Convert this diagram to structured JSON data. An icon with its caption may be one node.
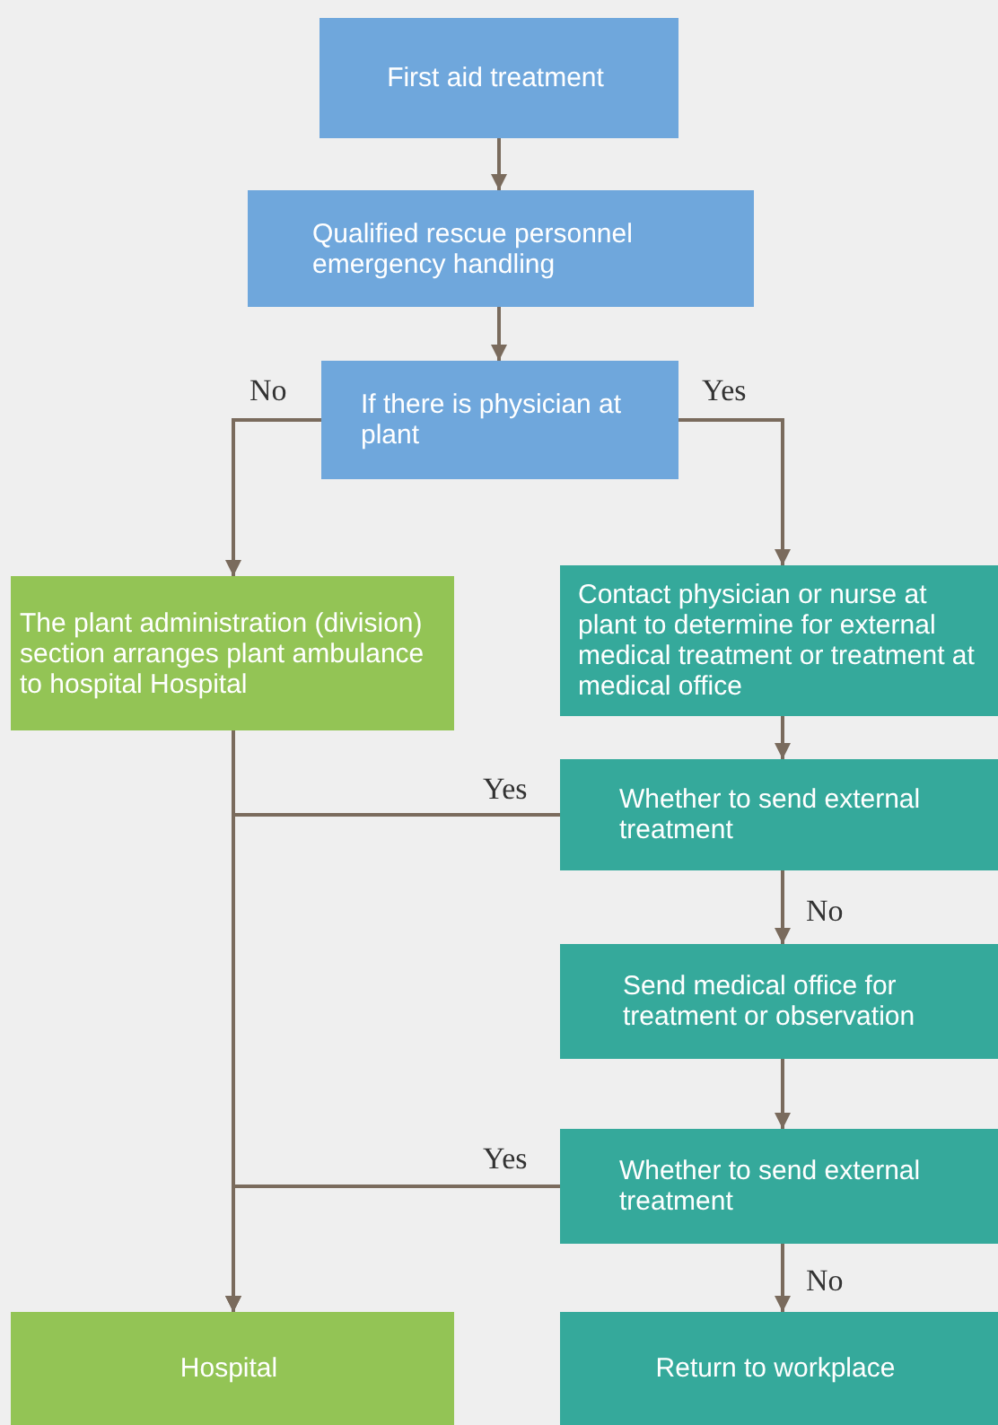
{
  "diagram": {
    "nodes": [
      {
        "text": [
          "First aid treatment"
        ]
      },
      {
        "text": [
          "Qualified rescue personnel emergency handling"
        ]
      },
      {
        "text": [
          "If there is physician at plant"
        ]
      },
      {
        "text": [
          "The plant administration (division) section arranges plant ambulance to hospital Hospital"
        ]
      },
      {
        "text": [
          "Contact physician or nurse at plant to determine for external medical treatment or treatment at medical office"
        ]
      },
      {
        "text": [
          "Whether to send external treatment"
        ]
      },
      {
        "text": [
          "Send medical office for treatment or observation"
        ]
      },
      {
        "text": [
          "Whether to send external treatment"
        ]
      },
      {
        "text": [
          "Hospital"
        ]
      },
      {
        "text": [
          "Return to workplace"
        ]
      }
    ],
    "edges": [
      {
        "from": 0,
        "to": 1,
        "arrow": "to"
      },
      {
        "from": 1,
        "to": 2,
        "arrow": "to"
      },
      {
        "from": 2,
        "to": 3,
        "arrow": "to",
        "label": "No"
      },
      {
        "from": 2,
        "to": 4,
        "arrow": "to",
        "label": "Yes"
      },
      {
        "from": 4,
        "to": 5,
        "arrow": "to"
      },
      {
        "from": 5,
        "to": 6,
        "arrow": "to",
        "label": "No"
      },
      {
        "from": 6,
        "to": 7,
        "arrow": "to"
      },
      {
        "from": 7,
        "to": 9,
        "arrow": "to",
        "label": "No"
      },
      {
        "from": 3,
        "to": 8,
        "arrow": "to"
      },
      {
        "from": 5,
        "to": 8,
        "arrow": "to",
        "label": "Yes"
      },
      {
        "from": 7,
        "to": 8,
        "arrow": "to",
        "label": "Yes"
      }
    ]
  }
}
